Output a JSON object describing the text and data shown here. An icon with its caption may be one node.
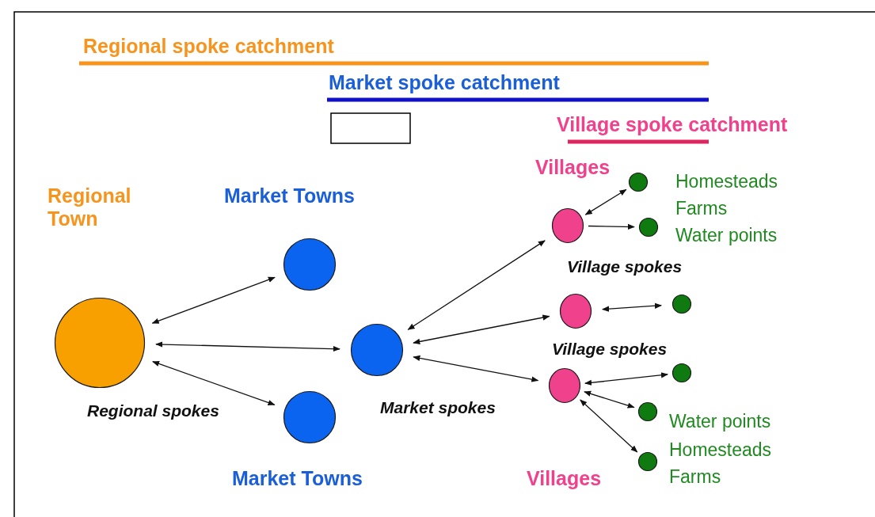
{
  "diagram": {
    "nodes": [
      {
        "text": [],
        "shape": "circle"
      },
      {
        "text": [],
        "shape": "circle"
      },
      {
        "text": [],
        "shape": "circle"
      },
      {
        "text": [],
        "shape": "circle"
      },
      {
        "text": [],
        "shape": "circle"
      },
      {
        "text": [],
        "shape": "circle"
      },
      {
        "text": [],
        "shape": "circle"
      },
      {
        "text": [],
        "shape": "circle"
      },
      {
        "text": [],
        "shape": "circle"
      },
      {
        "text": [],
        "shape": "circle"
      },
      {
        "text": [],
        "shape": "circle"
      },
      {
        "text": [],
        "shape": "circle"
      },
      {
        "text": [],
        "shape": "circle"
      },
      {
        "text": [],
        "shape": "box"
      }
    ],
    "edges": [
      {
        "from": 0,
        "to": 1,
        "arrow": "both"
      },
      {
        "from": 0,
        "to": 3,
        "arrow": "both"
      },
      {
        "from": 0,
        "to": 2,
        "arrow": "both"
      },
      {
        "from": 3,
        "to": 4,
        "arrow": "both"
      },
      {
        "from": 3,
        "to": 5,
        "arrow": "both"
      },
      {
        "from": 3,
        "to": 6,
        "arrow": "both"
      },
      {
        "from": 4,
        "to": 7,
        "arrow": "both"
      },
      {
        "from": 4,
        "to": 8,
        "arrow": "to"
      },
      {
        "from": 5,
        "to": 9,
        "arrow": "both"
      },
      {
        "from": 6,
        "to": 10,
        "arrow": "both"
      },
      {
        "from": 6,
        "to": 11,
        "arrow": "both"
      },
      {
        "from": 6,
        "to": 12,
        "arrow": "both"
      }
    ],
    "labels": [
      "Regional spoke catchment",
      "Market spoke catchment",
      "Village spoke catchment",
      "Regional Town",
      "Market Towns",
      "Villages",
      "Homesteads",
      "Farms",
      "Water points",
      "Village spokes",
      "Village spokes",
      "Regional spokes",
      "Market spokes",
      "Water points",
      "Homesteads",
      "Farms",
      "Market Towns",
      "Villages"
    ]
  }
}
